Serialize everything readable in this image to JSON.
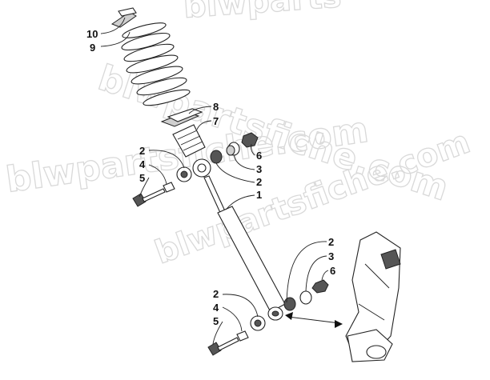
{
  "watermark": {
    "lines": [
      "blwparts",
      "blwpartsfiche.com",
      "blwpartsfiche.com",
      "blwpartsfiche.com"
    ]
  },
  "callouts": [
    {
      "id": "10",
      "label": "10"
    },
    {
      "id": "9",
      "label": "9"
    },
    {
      "id": "8",
      "label": "8"
    },
    {
      "id": "7",
      "label": "7"
    },
    {
      "id": "6a",
      "label": "6"
    },
    {
      "id": "3a",
      "label": "3"
    },
    {
      "id": "2a",
      "label": "2"
    },
    {
      "id": "2b",
      "label": "2"
    },
    {
      "id": "4a",
      "label": "4"
    },
    {
      "id": "5a",
      "label": "5"
    },
    {
      "id": "1",
      "label": "1"
    },
    {
      "id": "2c",
      "label": "2"
    },
    {
      "id": "3b",
      "label": "3"
    },
    {
      "id": "6b",
      "label": "6"
    },
    {
      "id": "2d",
      "label": "2"
    },
    {
      "id": "4b",
      "label": "4"
    },
    {
      "id": "5b",
      "label": "5"
    }
  ],
  "parts": [
    {
      "id": "spring-clip",
      "name": "10"
    },
    {
      "id": "coil-spring",
      "name": "9"
    },
    {
      "id": "spring-seat",
      "name": "8"
    },
    {
      "id": "bump-stop",
      "name": "7"
    },
    {
      "id": "shock-absorber",
      "name": "1"
    },
    {
      "id": "bushing",
      "name": "2"
    },
    {
      "id": "spacer",
      "name": "3"
    },
    {
      "id": "sleeve",
      "name": "4"
    },
    {
      "id": "bolt",
      "name": "5"
    },
    {
      "id": "lock-nut",
      "name": "6"
    }
  ]
}
